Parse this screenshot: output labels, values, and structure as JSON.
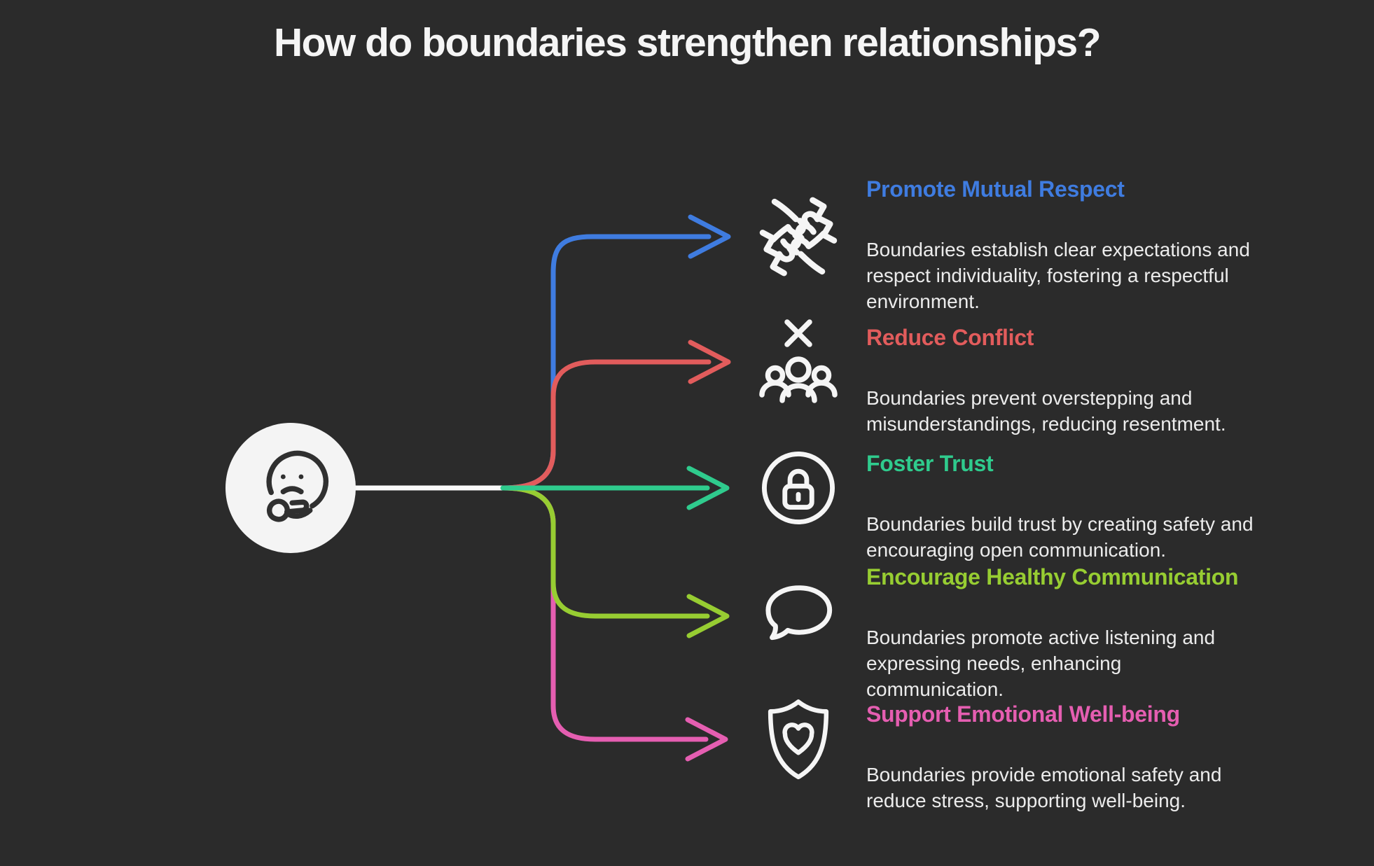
{
  "title": "How do boundaries strengthen relationships?",
  "colors": {
    "background": "#2b2b2b",
    "center_line": "#fafafa",
    "body_text": "#ececec"
  },
  "center": {
    "icon": "thinking-face-icon"
  },
  "sections": [
    {
      "icon": "handshake-icon",
      "color": "#3f7ce0",
      "title": "Promote Mutual Respect",
      "body": "Boundaries establish clear expectations and respect individuality, fostering a respectful environment."
    },
    {
      "icon": "no-conflict-people-icon",
      "color": "#e25c5c",
      "title": "Reduce Conflict",
      "body": "Boundaries prevent overstepping and misunderstandings, reducing resentment."
    },
    {
      "icon": "lock-circle-icon",
      "color": "#2fcb8d",
      "title": "Foster Trust",
      "body": "Boundaries build trust by creating safety and encouraging open communication."
    },
    {
      "icon": "speech-bubble-icon",
      "color": "#97cd32",
      "title": "Encourage Healthy Communication",
      "body": "Boundaries promote active listening and expressing needs, enhancing communication."
    },
    {
      "icon": "shield-heart-icon",
      "color": "#e55eb1",
      "title": "Support Emotional Well-being",
      "body": "Boundaries provide emotional safety and reduce stress, supporting well-being."
    }
  ]
}
